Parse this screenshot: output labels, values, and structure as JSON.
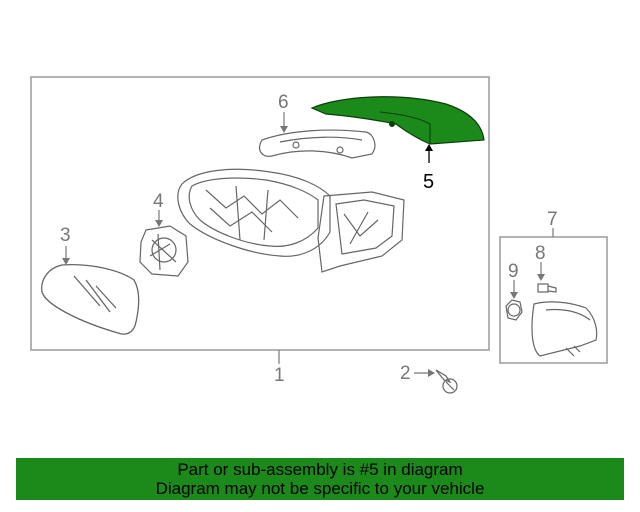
{
  "callouts": {
    "c1": "1",
    "c2": "2",
    "c3": "3",
    "c4": "4",
    "c5": "5",
    "c6": "6",
    "c7": "7",
    "c8": "8",
    "c9": "9"
  },
  "highlighted_part": "5",
  "highlight_color": "#1b8a1b",
  "banner": {
    "line1": "Part or sub-assembly is #5 in diagram",
    "line2": "Diagram may not be specific to your vehicle"
  }
}
